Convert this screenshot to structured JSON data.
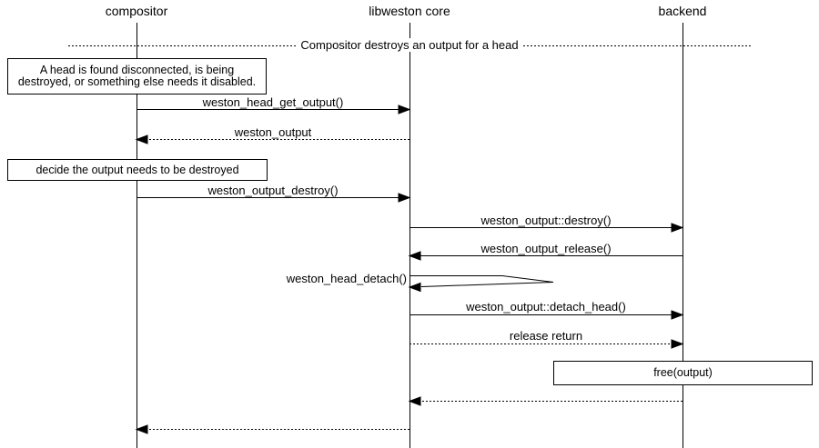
{
  "diagram": {
    "divider_title": "Compositor destroys an output for a head",
    "actors": [
      {
        "label": "compositor"
      },
      {
        "label": "libweston core"
      },
      {
        "label": "backend"
      }
    ],
    "notes": [
      {
        "text": "A head is found disconnected, is being destroyed, or something else needs it disabled."
      },
      {
        "text": "decide the output needs to be destroyed"
      },
      {
        "text": "free(output)"
      }
    ],
    "messages": [
      {
        "label": "weston_head_get_output()"
      },
      {
        "label": "weston_output"
      },
      {
        "label": "weston_output_destroy()"
      },
      {
        "label": "weston_output::destroy()"
      },
      {
        "label": "weston_output_release()"
      },
      {
        "label": "weston_head_detach()"
      },
      {
        "label": "weston_output::detach_head()"
      },
      {
        "label": "release return"
      }
    ],
    "colors": {
      "line": "#000000",
      "background": "#ffffff"
    }
  }
}
